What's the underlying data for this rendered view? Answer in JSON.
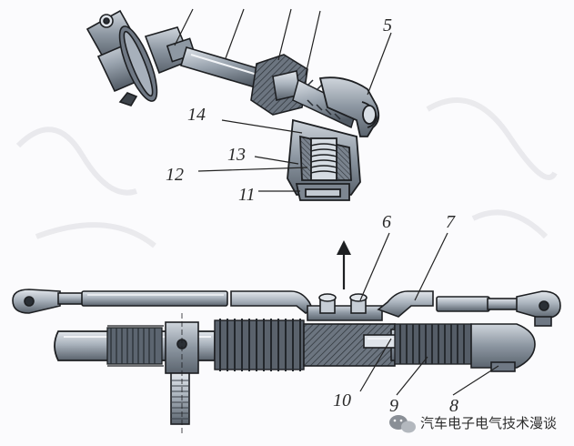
{
  "labels": {
    "l5": "5",
    "l14": "14",
    "l13": "13",
    "l12": "12",
    "l11": "11",
    "l6": "6",
    "l7": "7",
    "l10": "10",
    "l9": "9",
    "l8": "8"
  },
  "watermark": {
    "text": "汽车电子电气技术漫谈",
    "icon": "wechat-icon"
  },
  "colors": {
    "metal_dark": "#4c5560",
    "metal_mid": "#8b95a1",
    "metal_light": "#c9d0d8",
    "outline": "#1d1f22",
    "boot": "#3a3f45"
  }
}
